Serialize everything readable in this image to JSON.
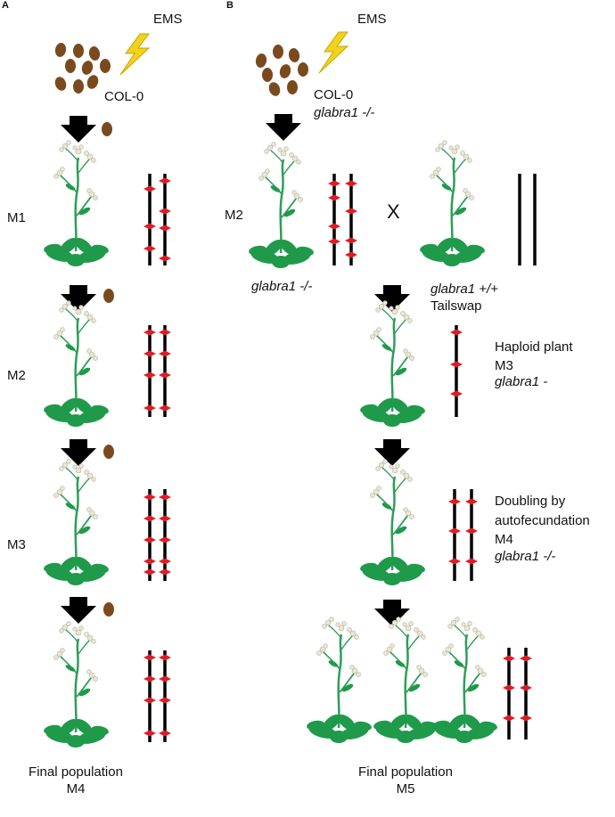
{
  "colors": {
    "seed": "#7a4a1e",
    "bolt": "#f2d21b",
    "bolt_outline": "#c9a400",
    "arrow": "#000000",
    "chromosome": "#000000",
    "mutation": "#e01b24",
    "leaf": "#1f9a4a",
    "stem": "#2e9e58",
    "flower": "#e9e6d6"
  },
  "icons": [
    "seed-icon",
    "lightning-bolt-icon",
    "down-arrow-icon",
    "arabidopsis-plant-icon",
    "chromosome-pair-icon",
    "mutation-marker-icon"
  ],
  "panelA": {
    "letter": "A",
    "ems": "EMS",
    "strain": "COL-0",
    "gen1": "M1",
    "gen2": "M2",
    "gen3": "M3",
    "final_line1": "Final population",
    "final_line2": "M4"
  },
  "panelB": {
    "letter": "B",
    "ems": "EMS",
    "strain": "COL-0",
    "genotype_mut": "glabra1 -/-",
    "gen_m2": "M2",
    "cross_symbol": "X",
    "plant1_label": "glabra1 -/-",
    "plant2_label": "glabra1 +/+",
    "tailswap": "Tailswap",
    "haploid": "Haploid plant",
    "haploid_gen": "M3",
    "haploid_genotype": "glabra1 -",
    "doubling1": "Doubling by",
    "doubling2": "autofecundation",
    "doubling_gen": "M4",
    "doubling_genotype": "glabra1 -/-",
    "final_line1": "Final population",
    "final_line2": "M5"
  }
}
